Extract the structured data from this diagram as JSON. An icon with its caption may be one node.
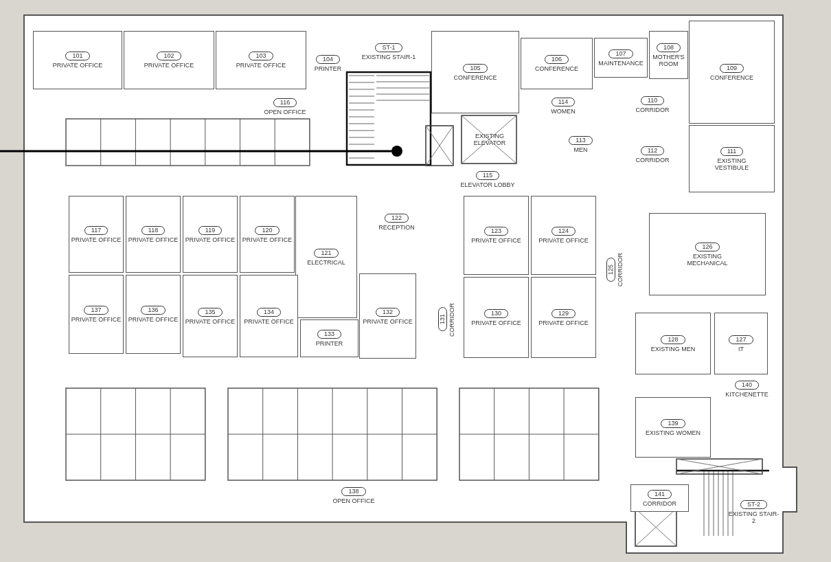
{
  "diagram": {
    "nodes": [
      {
        "text": [
          "101",
          "PRIVATE OFFICE"
        ]
      },
      {
        "text": [
          "102",
          "PRIVATE OFFICE"
        ]
      },
      {
        "text": [
          "103",
          "PRIVATE OFFICE"
        ]
      },
      {
        "text": [
          "104",
          "PRINTER"
        ]
      },
      {
        "text": [
          "ST-1",
          "EXISTING STAIR-1"
        ]
      },
      {
        "text": [
          "105",
          "CONFERENCE"
        ]
      },
      {
        "text": [
          "106",
          "CONFERENCE"
        ]
      },
      {
        "text": [
          "107",
          "MAINTENANCE"
        ]
      },
      {
        "text": [
          "108",
          "MOTHER'S ROOM"
        ]
      },
      {
        "text": [
          "109",
          "CONFERENCE"
        ]
      },
      {
        "text": [
          "110",
          "CORRIDOR"
        ]
      },
      {
        "text": [
          "114",
          "WOMEN"
        ]
      },
      {
        "text": [
          "EXISTING ELEVATOR"
        ]
      },
      {
        "text": [
          "113",
          "MEN"
        ]
      },
      {
        "text": [
          "112",
          "CORRIDOR"
        ]
      },
      {
        "text": [
          "111",
          "EXISTING VESTIBULE"
        ]
      },
      {
        "text": [
          "115",
          "ELEVATOR LOBBY"
        ]
      },
      {
        "text": [
          "116",
          "OPEN OFFICE"
        ]
      },
      {
        "text": [
          "122",
          "RECEPTION"
        ]
      },
      {
        "text": [
          "117",
          "PRIVATE OFFICE"
        ]
      },
      {
        "text": [
          "118",
          "PRIVATE OFFICE"
        ]
      },
      {
        "text": [
          "119",
          "PRIVATE OFFICE"
        ]
      },
      {
        "text": [
          "120",
          "PRIVATE OFFICE"
        ]
      },
      {
        "text": [
          "121",
          "ELECTRICAL"
        ]
      },
      {
        "text": [
          "123",
          "PRIVATE OFFICE"
        ]
      },
      {
        "text": [
          "124",
          "PRIVATE OFFICE"
        ]
      },
      {
        "text": [
          "125",
          "CORRIDOR"
        ]
      },
      {
        "text": [
          "126",
          "EXISTING MECHANICAL"
        ]
      },
      {
        "text": [
          "137",
          "PRIVATE OFFICE"
        ]
      },
      {
        "text": [
          "136",
          "PRIVATE OFFICE"
        ]
      },
      {
        "text": [
          "135",
          "PRIVATE OFFICE"
        ]
      },
      {
        "text": [
          "134",
          "PRIVATE OFFICE"
        ]
      },
      {
        "text": [
          "133",
          "PRINTER"
        ]
      },
      {
        "text": [
          "132",
          "PRIVATE OFFICE"
        ]
      },
      {
        "text": [
          "131",
          "CORRIDOR"
        ]
      },
      {
        "text": [
          "130",
          "PRIVATE OFFICE"
        ]
      },
      {
        "text": [
          "129",
          "PRIVATE OFFICE"
        ]
      },
      {
        "text": [
          "128",
          "EXISTING MEN"
        ]
      },
      {
        "text": [
          "127",
          "IT"
        ]
      },
      {
        "text": [
          "140",
          "KITCHENETTE"
        ]
      },
      {
        "text": [
          "139",
          "EXISTING WOMEN"
        ]
      },
      {
        "text": [
          "141",
          "CORRIDOR"
        ]
      },
      {
        "text": [
          "ST-2",
          "EXISTING STAIR-2"
        ]
      },
      {
        "text": [
          "138",
          "OPEN OFFICE"
        ]
      }
    ]
  }
}
